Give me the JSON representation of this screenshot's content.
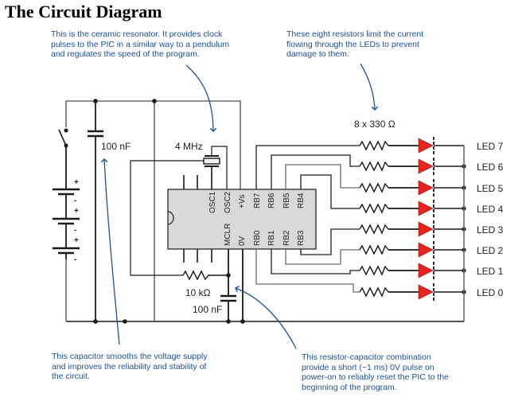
{
  "title": "The Circuit Diagram",
  "annotations": {
    "resonator": [
      "This is the ceramic resonator. It provides clock",
      "pulses to the PIC in a similar way to a pendulum",
      "and regulates the speed of the program."
    ],
    "resistors": [
      "These eight resistors limit the current",
      "flowing through the LEDs to prevent",
      "damage to them."
    ],
    "capacitor": [
      "This capacitor smooths the voltage supply",
      "and improves the reliability and stability of",
      "the circuit."
    ],
    "reset": [
      "This resistor-capacitor combination",
      "provide a short (~1 ms) 0V pulse on",
      "power-on to reliably reset the PIC to the",
      "beginning of the program."
    ]
  },
  "components": {
    "supply_capacitor": "100 nF",
    "resonator": "4 MHz",
    "reset_resistor": "10 kΩ",
    "reset_capacitor": "100 nF",
    "led_resistors": "8 x 330 Ω",
    "battery_signs": [
      "+",
      "-",
      "+",
      "-",
      "+",
      "-"
    ]
  },
  "chip": {
    "top_pins": [
      "OSC1",
      "OSC2",
      "+Vs",
      "RB7",
      "RB6",
      "RB5",
      "RB4"
    ],
    "bottom_pins": [
      "MCLR",
      "0V",
      "RB0",
      "RB1",
      "RB2",
      "RB3"
    ]
  },
  "leds": [
    "LED 7",
    "LED 6",
    "LED 5",
    "LED 4",
    "LED 3",
    "LED 2",
    "LED 1",
    "LED 0"
  ],
  "colors": {
    "annotation": "#1d4f9a",
    "led": "#e52420",
    "chip": "#d9d9d9",
    "wire_dark": "#1a1a1a",
    "wire_gray": "#6b6b6b"
  }
}
